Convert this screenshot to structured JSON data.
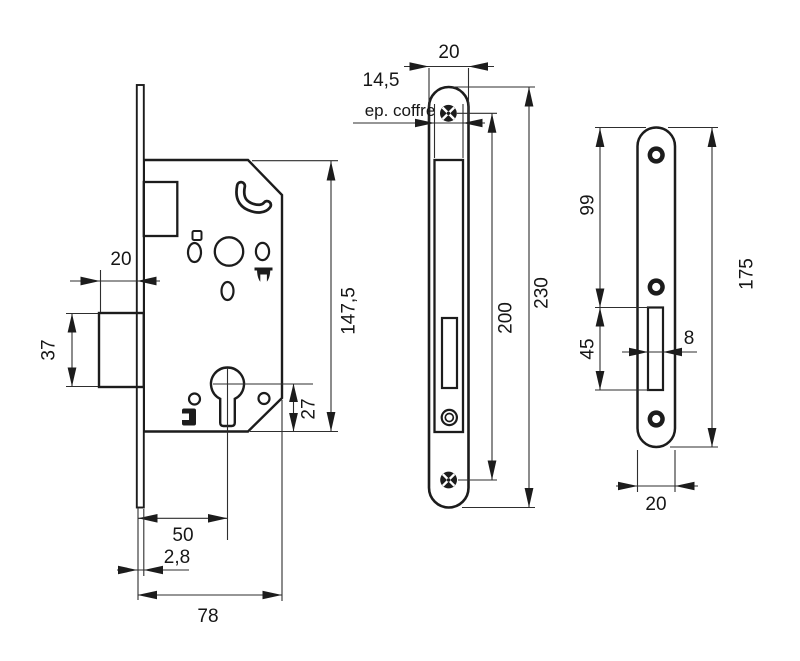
{
  "drawing_labels": {
    "side_view": {
      "bolt_protrusion": "20",
      "bolt_height": "37",
      "case_height": "147,5",
      "cylinder_to_bottom": "27",
      "backset": "50",
      "faceplate_thickness": "2,8",
      "total_depth": "78"
    },
    "front_view": {
      "faceplate_width": "20",
      "case_thickness": "14,5",
      "case_thickness_label": "ep. coffre",
      "screw_spacing": "200",
      "faceplate_height": "230"
    },
    "strike_view": {
      "top_to_slot": "99",
      "slot_height": "45",
      "slot_width": "8",
      "plate_height": "175",
      "plate_width": "20"
    }
  },
  "colors": {
    "line": "#1c1c1c",
    "background": "#ffffff"
  }
}
